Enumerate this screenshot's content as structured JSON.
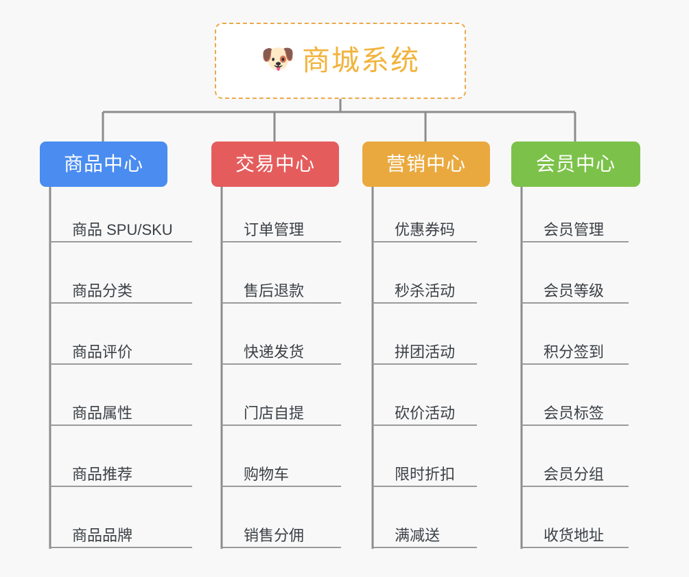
{
  "page": {
    "background_color": "#f8f8f8",
    "line_color": "#8c8c8c",
    "leaf_rule_color": "#9a9a9a",
    "leaf_text_color": "#3b4045"
  },
  "root": {
    "icon": "dog-face-icon",
    "icon_glyph": "🐶",
    "title": "商城系统",
    "text_color": "#f1b33c",
    "border_color": "#eaa94a",
    "background_color": "#ffffff"
  },
  "branches": [
    {
      "title": "商品中心",
      "color": "#4a8cf0",
      "leaves": [
        "商品 SPU/SKU",
        "商品分类",
        "商品评价",
        "商品属性",
        "商品推荐",
        "商品品牌"
      ]
    },
    {
      "title": "交易中心",
      "color": "#e55c5c",
      "leaves": [
        "订单管理",
        "售后退款",
        "快递发货",
        "门店自提",
        "购物车",
        "销售分佣"
      ]
    },
    {
      "title": "营销中心",
      "color": "#eaa93f",
      "leaves": [
        "优惠券码",
        "秒杀活动",
        "拼团活动",
        "砍价活动",
        "限时折扣",
        "满减送"
      ]
    },
    {
      "title": "会员中心",
      "color": "#7cc24a",
      "leaves": [
        "会员管理",
        "会员等级",
        "积分签到",
        "会员标签",
        "会员分组",
        "收货地址"
      ]
    }
  ]
}
